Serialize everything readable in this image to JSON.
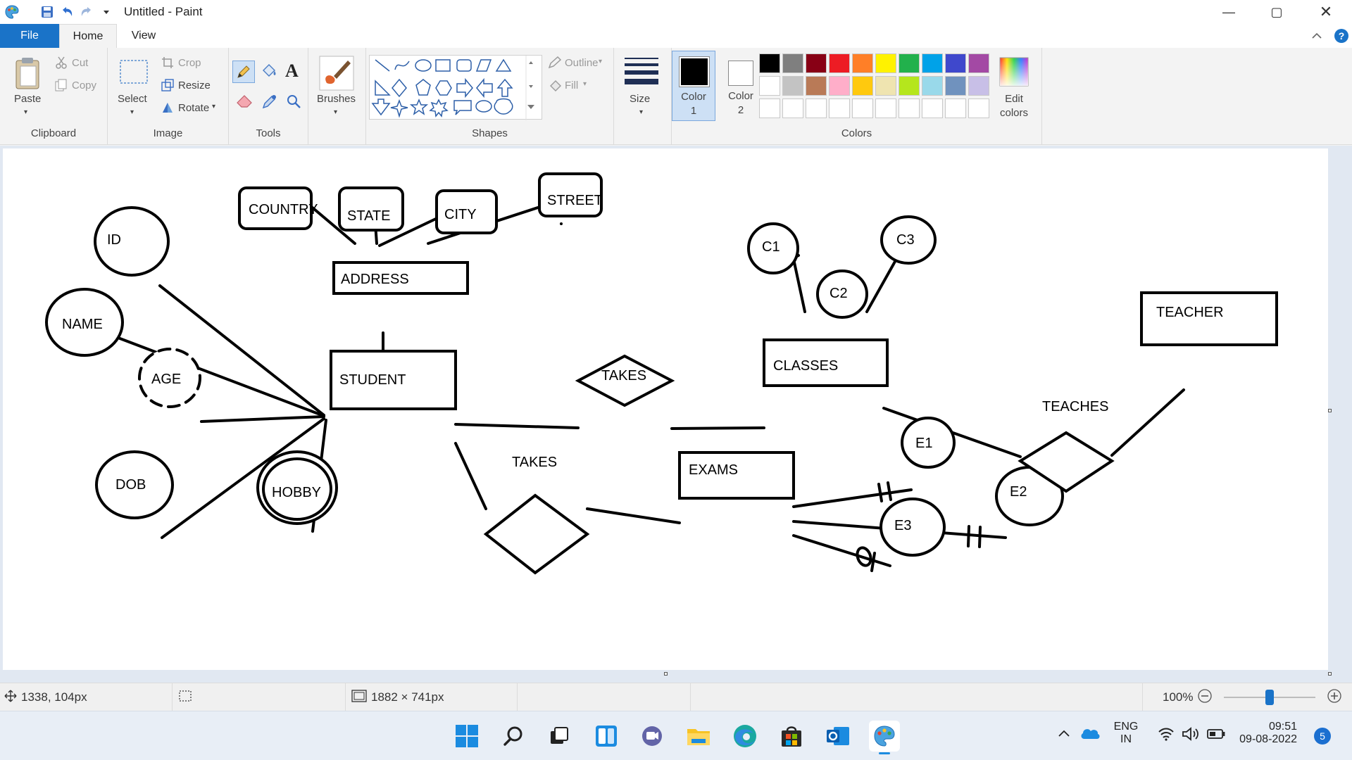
{
  "window": {
    "title": "Untitled - Paint",
    "controls": {
      "minimize": "—",
      "maximize": "▢",
      "close": "✕"
    }
  },
  "tabs": [
    {
      "label": "File"
    },
    {
      "label": "Home"
    },
    {
      "label": "View"
    }
  ],
  "ribbon": {
    "clipboard": {
      "paste": "Paste",
      "cut": "Cut",
      "copy": "Copy",
      "group": "Clipboard"
    },
    "image": {
      "select": "Select",
      "crop": "Crop",
      "resize": "Resize",
      "rotate": "Rotate",
      "group": "Image"
    },
    "tools": {
      "group": "Tools",
      "text_tool": "A"
    },
    "brushes": {
      "label": "Brushes"
    },
    "shapes": {
      "outline": "Outline",
      "fill": "Fill",
      "group": "Shapes"
    },
    "size": {
      "label": "Size"
    },
    "colors": {
      "color1_line1": "Color",
      "color1_line2": "1",
      "color2_line1": "Color",
      "color2_line2": "2",
      "edit_line1": "Edit",
      "edit_line2": "colors",
      "group": "Colors",
      "row1": [
        "#000000",
        "#7f7f7f",
        "#880015",
        "#ed1c24",
        "#ff7f27",
        "#fff200",
        "#22b14c",
        "#00a2e8",
        "#3f48cc",
        "#a349a4"
      ],
      "row2": [
        "#ffffff",
        "#c3c3c3",
        "#b97a57",
        "#ffaec9",
        "#ffc90e",
        "#efe4b0",
        "#b5e61d",
        "#99d9ea",
        "#7092be",
        "#c8bfe7"
      ],
      "row3": [
        "#ffffff",
        "#ffffff",
        "#ffffff",
        "#ffffff",
        "#ffffff",
        "#ffffff",
        "#ffffff",
        "#ffffff",
        "#ffffff",
        "#ffffff"
      ]
    }
  },
  "diagram": {
    "country": "COUNTRY",
    "state": "STATE",
    "city": "CITY",
    "street": "STREET",
    "address": "ADDRESS",
    "id": "ID",
    "name": "NAME",
    "age": "AGE",
    "dob": "DOB",
    "hobby": "HOBBY",
    "student": "STUDENT",
    "takes1": "TAKES",
    "takes2": "TAKES",
    "classes": "CLASSES",
    "c1": "C1",
    "c2": "C2",
    "c3": "C3",
    "teacher": "TEACHER",
    "teaches": "TEACHES",
    "exams": "EXAMS",
    "e1": "E1",
    "e2": "E2",
    "e3": "E3"
  },
  "status": {
    "cursor": "1338, 104px",
    "canvas_size": "1882 × 741px",
    "zoom": "100%",
    "zoom_level_fraction": 0.5
  },
  "taskbar": {
    "lang_line1": "ENG",
    "lang_line2": "IN",
    "time": "09:51",
    "date": "09-08-2022",
    "notifications": "5"
  }
}
